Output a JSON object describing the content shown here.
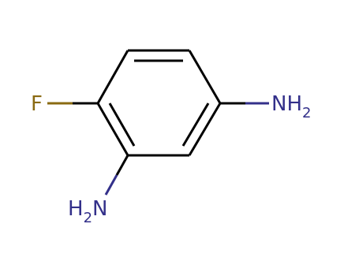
{
  "diagram": {
    "type": "chemical-structure",
    "atoms": {
      "fluorine": {
        "symbol": "F",
        "color": "#8a6a12"
      },
      "amine_right": {
        "main": "NH",
        "subscript": "2",
        "color": "#33308a"
      },
      "amine_bottom": {
        "h": "H",
        "subscript": "2",
        "n": "N",
        "color": "#33308a"
      }
    },
    "colors": {
      "bond": "#000000",
      "fluorine": "#8a6a12",
      "nitrogen": "#33308a"
    }
  }
}
